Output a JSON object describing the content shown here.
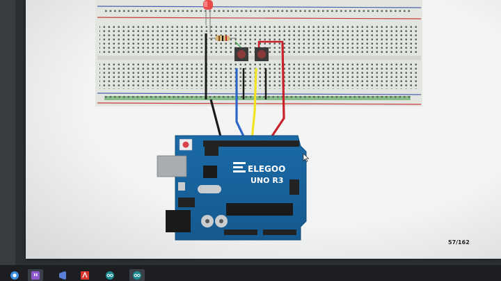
{
  "document": {
    "page_number": "57/162"
  },
  "board": {
    "brand_logo_text": "ELEGOO",
    "model_text": "UNO R3"
  },
  "wires": {
    "colors": {
      "black": "#1a1a1a",
      "blue": "#2d66c9",
      "yellow": "#f2e320",
      "red": "#c8232c",
      "green": "#3fa14a"
    }
  },
  "taskbar": {
    "items": [
      {
        "icon": "chrome-icon",
        "active": false
      },
      {
        "icon": "twitch-icon",
        "active": true
      },
      {
        "icon": "visual-studio-icon",
        "active": false
      },
      {
        "icon": "acrobat-icon",
        "active": false
      },
      {
        "icon": "arduino-icon",
        "active": false
      },
      {
        "icon": "arduino-icon",
        "active": false
      }
    ]
  }
}
